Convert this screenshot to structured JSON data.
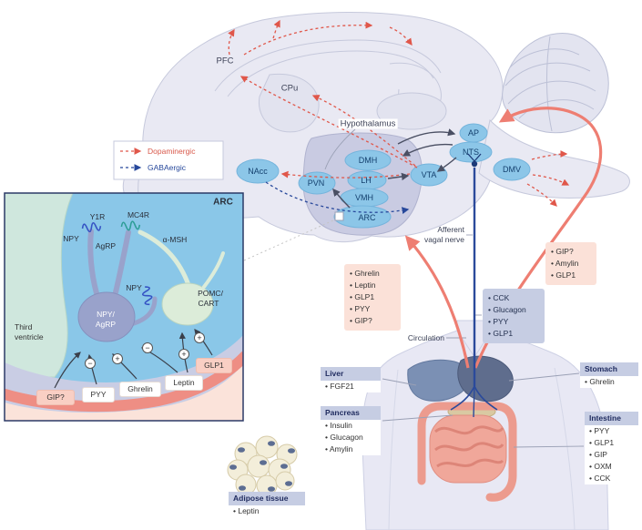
{
  "legend": {
    "dopaminergic_label": "Dopaminergic",
    "gabaergic_label": "GABAergic"
  },
  "brain_regions": {
    "pfc": "PFC",
    "cpu": "CPu",
    "hypothalamus": "Hypothalamus",
    "nacc": "NAcc",
    "pvn": "PVN",
    "dmh": "DMH",
    "lh": "LH",
    "vmh": "VMH",
    "arc": "ARC",
    "vta": "VTA",
    "ap": "AP",
    "nts": "NTS",
    "dmv": "DMV"
  },
  "arc_inset": {
    "title": "ARC",
    "y1r": "Y1R",
    "mc4r": "MC4R",
    "npy_upper": "NPY",
    "agrp": "AgRP",
    "alpha_msh": "α-MSH",
    "npy_lower": "NPY",
    "npy_agrp_neuron_line1": "NPY/",
    "npy_agrp_neuron_line2": "AgRP",
    "pomc_line1": "POMC/",
    "pomc_line2": "CART",
    "third_ventricle_line1": "Third",
    "third_ventricle_line2": "ventricle",
    "minus_sign": "−",
    "plus_sign": "+",
    "hormone_gip": "GIP?",
    "hormone_pyy": "PYY",
    "hormone_ghrelin": "Ghrelin",
    "hormone_leptin": "Leptin",
    "hormone_glp1": "GLP1"
  },
  "annotations": {
    "afferent_line1": "Afferent",
    "afferent_line2": "vagal nerve",
    "circulation": "Circulation"
  },
  "hormone_lists": {
    "to_arc": [
      "• Ghrelin",
      "• Leptin",
      "• GLP1",
      "• PYY",
      "• GIP?"
    ],
    "to_nts": [
      "• GIP?",
      "• Amylin",
      "• GLP1"
    ],
    "vagal_afferents": [
      "• CCK",
      "• Glucagon",
      "• PYY",
      "• GLP1"
    ]
  },
  "organ_boxes": {
    "liver": {
      "title": "Liver",
      "items": [
        "• FGF21"
      ]
    },
    "pancreas": {
      "title": "Pancreas",
      "items": [
        "• Insulin",
        "• Glucagon",
        "• Amylin"
      ]
    },
    "stomach": {
      "title": "Stomach",
      "items": [
        "• Ghrelin"
      ]
    },
    "intestine": {
      "title": "Intestine",
      "items": [
        "• PYY",
        "• GLP1",
        "• GIP",
        "• OXM",
        "• CCK"
      ]
    },
    "adipose": {
      "title": "Adipose tissue",
      "items": [
        "• Leptin"
      ]
    }
  },
  "colors": {
    "dopaminergic": "#e0574a",
    "gabaergic": "#27489b",
    "nucleus_fill": "#8cc6e8",
    "pink_box": "#fbe1d8",
    "blue_box": "#c6cde3",
    "circulation_red": "#ee7e72"
  }
}
